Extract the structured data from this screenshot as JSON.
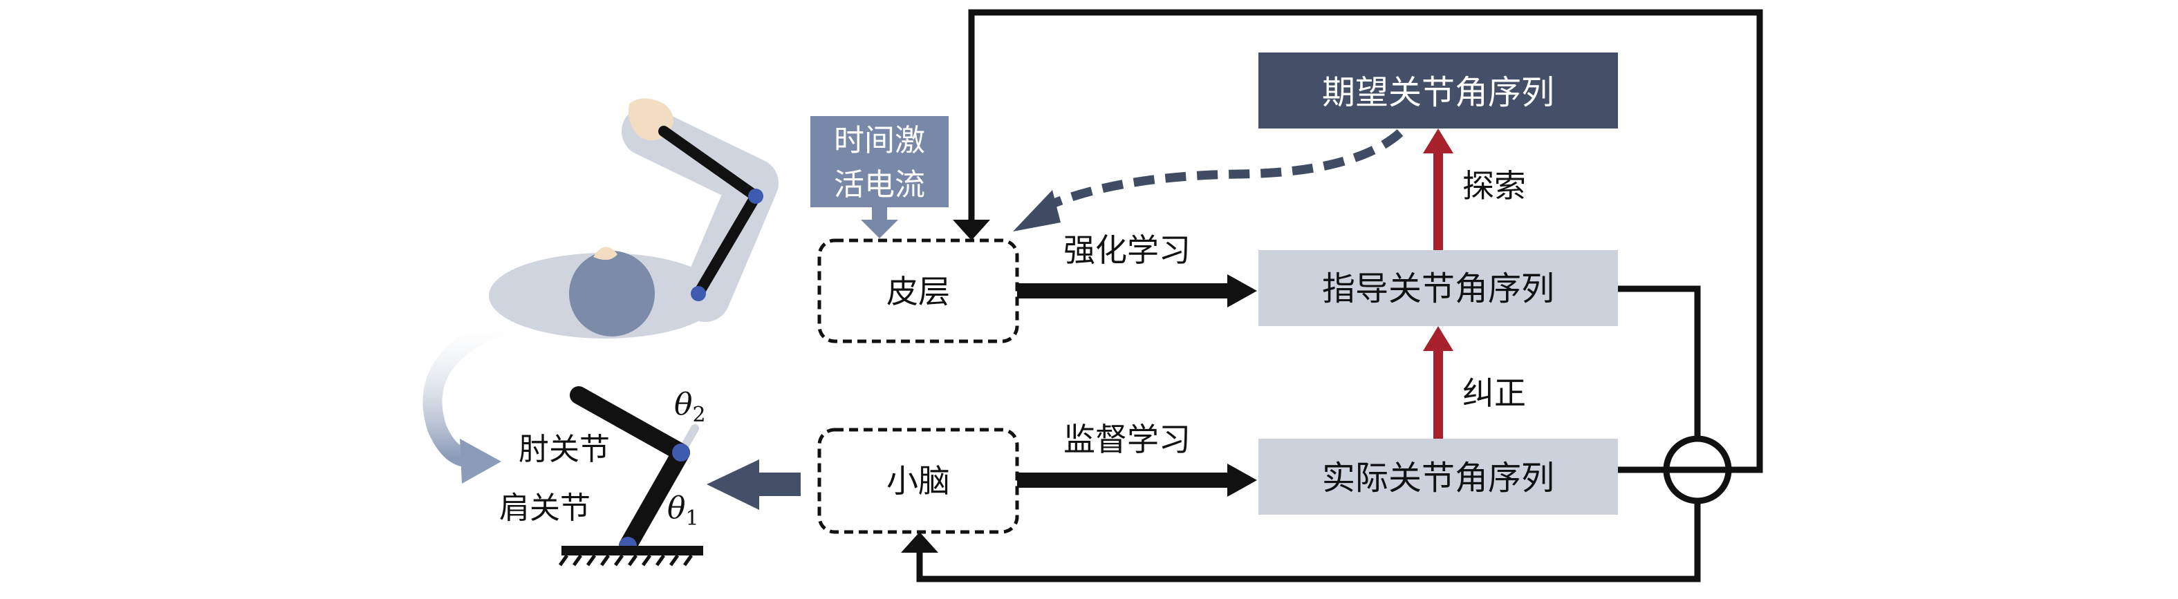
{
  "colors": {
    "dark_box": "#435068",
    "light_box": "#cdd1dc",
    "medium_box": "#7888a8",
    "red_arrow": "#a8222e",
    "dashed_arrow": "#3f4c64",
    "line": "#111111",
    "robot_body": "#cfd4df",
    "head": "#7b8ba8",
    "joint": "#3e5bb0"
  },
  "nodes": {
    "expected_sequence": "期望关节角序列",
    "guidance_sequence": "指导关节角序列",
    "actual_sequence": "实际关节角序列",
    "cortex": "皮层",
    "cerebellum": "小脑",
    "stimulus_line1": "时间激",
    "stimulus_line2": "活电流"
  },
  "edges": {
    "reinforcement_learning": "强化学习",
    "supervised_learning": "监督学习",
    "explore": "探索",
    "correct": "纠正"
  },
  "arm_labels": {
    "elbow": "肘关节",
    "shoulder": "肩关节",
    "theta2": "θ",
    "theta2_sub": "2",
    "theta1": "θ",
    "theta1_sub": "1"
  },
  "icons": [
    "human-arm-illustration",
    "robot-arm-icon",
    "summing-junction-icon"
  ]
}
